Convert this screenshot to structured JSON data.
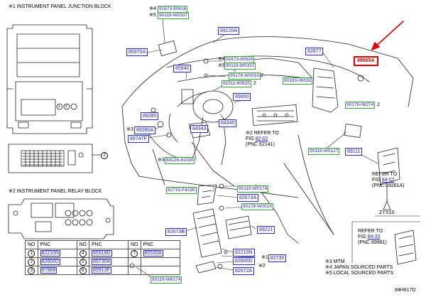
{
  "headers": {
    "junction_block": "※1 INSTRUMENT PANEL JUNCTION BLOCK",
    "relay_block": "※2 INSTRUMENT PANEL RELAY BLOCK"
  },
  "circle_markers": {
    "one": "1",
    "two": "2",
    "three": "3"
  },
  "part_labels": {
    "p_91673_80616": "91673-80616",
    "p_90119_w0337_a": "90119-W0337",
    "p_89120a": "89120A",
    "p_85970a": "85970A",
    "p_91673_80616_b": "91673-80616",
    "p_90119_w0337_b": "90119-W0337",
    "p_82877": "82877",
    "p_89065a": "89065A",
    "p_85940": "85940",
    "p_90178_w0019": "90178-W0019",
    "p_91511_60825": "91511-60825",
    "p_90183_06032": "90183-06032",
    "p_89650": "89650",
    "p_90179_06274": "90179-06274",
    "p_89280": "89280",
    "p_89280a": "89280A",
    "p_84340": "84340",
    "p_84343": "84343",
    "p_89747f": "89747F",
    "p_84126_41030": "84126-41030",
    "p_90119_w0127": "90119-W0127",
    "p_89111": "89111",
    "p_82715_f4230": "82715-F4230",
    "p_90119_w0174": "90119-W0174",
    "p_82673a": "82673A",
    "p_90178_w0019_b": "90178-W0019",
    "p_82673b": "82673B",
    "p_89221": "89221",
    "p_82210n": "82210N",
    "p_82730": "82730",
    "p_82600d": "82600D",
    "p_82672a": "82672A",
    "p_90119_w6174": "90119-W6174"
  },
  "markers": {
    "m4a": "※4",
    "m5a": "※5",
    "m4b": "※4",
    "m5b": "※5",
    "m2a": "2",
    "m2b": "2",
    "m2c": "2",
    "m3a": "※3",
    "m3b": "※3",
    "m1": "※1",
    "m2d": "※2"
  },
  "references": [
    {
      "line1": "※2 REFER TO",
      "fig_prefix": "FIG ",
      "fig": "82-02",
      "pnc": "(PNC 82141)"
    },
    {
      "line1": "REFER TO",
      "fig_prefix": "FIG ",
      "fig": "84-07",
      "pnc": "(PNC 89261A)"
    },
    {
      "line1": "REFER TO",
      "fig_prefix": "FIG ",
      "fig": "84-33",
      "pnc": "(PNC 89981)"
    }
  ],
  "zyx_label": "ZYX10",
  "table": {
    "header_no": "NO",
    "header_pnc": "PNC",
    "rows": [
      [
        {
          "no": "1",
          "pnc": "82210N"
        },
        {
          "no": "4",
          "pnc": "85918D"
        },
        {
          "no": "7",
          "pnc": "85530A"
        }
      ],
      [
        {
          "no": "2",
          "pnc": "82600D"
        },
        {
          "no": "5",
          "pnc": "89730A"
        },
        {
          "no": "",
          "pnc": ""
        }
      ],
      [
        {
          "no": "3",
          "pnc": "87989"
        },
        {
          "no": "6",
          "pnc": "85913F"
        },
        {
          "no": "",
          "pnc": ""
        }
      ]
    ]
  },
  "notes": [
    "※3 MTM",
    "※4 JAPAN SOURCED PARTS",
    "※5 LOCAL SOURCED PARTS"
  ],
  "figure_id": "84H617D",
  "colors": {
    "part_border": "#2a2ad0",
    "part_text": "#1a1acc",
    "highlight": "#dd0000",
    "green_border": "#3aa53a"
  }
}
